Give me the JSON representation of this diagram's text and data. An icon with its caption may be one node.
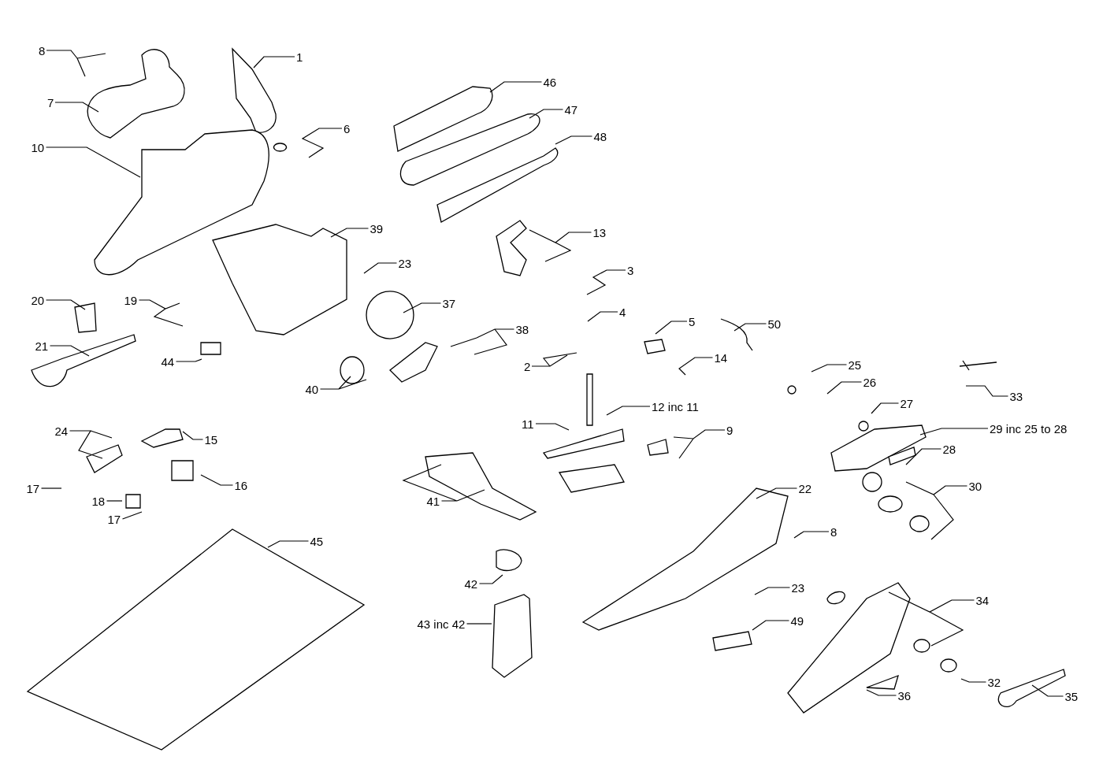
{
  "diagram": {
    "nodes": [
      {
        "text": [
          "8"
        ]
      },
      {
        "text": [
          "1"
        ]
      },
      {
        "text": [
          "46"
        ]
      },
      {
        "text": [
          "7"
        ]
      },
      {
        "text": [
          "47"
        ]
      },
      {
        "text": [
          "6"
        ]
      },
      {
        "text": [
          "48"
        ]
      },
      {
        "text": [
          "10"
        ]
      },
      {
        "text": [
          "39"
        ]
      },
      {
        "text": [
          "13"
        ]
      },
      {
        "text": [
          "23"
        ]
      },
      {
        "text": [
          "3"
        ]
      },
      {
        "text": [
          "20"
        ]
      },
      {
        "text": [
          "19"
        ]
      },
      {
        "text": [
          "37"
        ]
      },
      {
        "text": [
          "4"
        ]
      },
      {
        "text": [
          "5"
        ]
      },
      {
        "text": [
          "50"
        ]
      },
      {
        "text": [
          "38"
        ]
      },
      {
        "text": [
          "21"
        ]
      },
      {
        "text": [
          "2"
        ]
      },
      {
        "text": [
          "14"
        ]
      },
      {
        "text": [
          "44"
        ]
      },
      {
        "text": [
          "25"
        ]
      },
      {
        "text": [
          "40"
        ]
      },
      {
        "text": [
          "26"
        ]
      },
      {
        "text": [
          "33"
        ]
      },
      {
        "text": [
          "27"
        ]
      },
      {
        "text": [
          "12 inc 11"
        ]
      },
      {
        "text": [
          "11"
        ]
      },
      {
        "text": [
          "29 inc 25 to 28"
        ]
      },
      {
        "text": [
          "24"
        ]
      },
      {
        "text": [
          "9"
        ]
      },
      {
        "text": [
          "15"
        ]
      },
      {
        "text": [
          "28"
        ]
      },
      {
        "text": [
          "17"
        ]
      },
      {
        "text": [
          "16"
        ]
      },
      {
        "text": [
          "30"
        ]
      },
      {
        "text": [
          "22"
        ]
      },
      {
        "text": [
          "41"
        ]
      },
      {
        "text": [
          "18"
        ]
      },
      {
        "text": [
          "17"
        ]
      },
      {
        "text": [
          "8"
        ]
      },
      {
        "text": [
          "45"
        ]
      },
      {
        "text": [
          "42"
        ]
      },
      {
        "text": [
          "23"
        ]
      },
      {
        "text": [
          "34"
        ]
      },
      {
        "text": [
          "43 inc 42"
        ]
      },
      {
        "text": [
          "49"
        ]
      },
      {
        "text": [
          "32"
        ]
      },
      {
        "text": [
          "36"
        ]
      },
      {
        "text": [
          "35"
        ]
      }
    ],
    "edges": [
      {
        "from": 0,
        "to": null,
        "arrow": "none"
      },
      {
        "from": 1,
        "to": null,
        "arrow": "none"
      },
      {
        "from": 2,
        "to": null,
        "arrow": "none"
      },
      {
        "from": 3,
        "to": null,
        "arrow": "none"
      },
      {
        "from": 4,
        "to": null,
        "arrow": "none"
      },
      {
        "from": 5,
        "to": null,
        "arrow": "none"
      },
      {
        "from": 6,
        "to": null,
        "arrow": "none"
      },
      {
        "from": 7,
        "to": null,
        "arrow": "none"
      },
      {
        "from": 8,
        "to": null,
        "arrow": "none"
      },
      {
        "from": 9,
        "to": null,
        "arrow": "none"
      },
      {
        "from": 10,
        "to": null,
        "arrow": "none"
      },
      {
        "from": 11,
        "to": null,
        "arrow": "none"
      },
      {
        "from": 12,
        "to": null,
        "arrow": "none"
      },
      {
        "from": 13,
        "to": null,
        "arrow": "none"
      },
      {
        "from": 14,
        "to": null,
        "arrow": "none"
      },
      {
        "from": 15,
        "to": null,
        "arrow": "none"
      },
      {
        "from": 16,
        "to": null,
        "arrow": "none"
      },
      {
        "from": 17,
        "to": null,
        "arrow": "none"
      },
      {
        "from": 18,
        "to": null,
        "arrow": "none"
      },
      {
        "from": 19,
        "to": null,
        "arrow": "none"
      },
      {
        "from": 20,
        "to": null,
        "arrow": "none"
      },
      {
        "from": 21,
        "to": null,
        "arrow": "none"
      },
      {
        "from": 22,
        "to": null,
        "arrow": "none"
      },
      {
        "from": 23,
        "to": null,
        "arrow": "none"
      },
      {
        "from": 24,
        "to": null,
        "arrow": "none"
      },
      {
        "from": 25,
        "to": null,
        "arrow": "none"
      },
      {
        "from": 26,
        "to": null,
        "arrow": "none"
      },
      {
        "from": 27,
        "to": null,
        "arrow": "none"
      },
      {
        "from": 28,
        "to": null,
        "arrow": "none"
      },
      {
        "from": 29,
        "to": null,
        "arrow": "none"
      },
      {
        "from": 30,
        "to": null,
        "arrow": "none"
      },
      {
        "from": 31,
        "to": null,
        "arrow": "none"
      },
      {
        "from": 32,
        "to": null,
        "arrow": "none"
      },
      {
        "from": 33,
        "to": null,
        "arrow": "none"
      },
      {
        "from": 34,
        "to": null,
        "arrow": "none"
      },
      {
        "from": 35,
        "to": null,
        "arrow": "none"
      },
      {
        "from": 36,
        "to": null,
        "arrow": "none"
      },
      {
        "from": 37,
        "to": null,
        "arrow": "none"
      },
      {
        "from": 38,
        "to": null,
        "arrow": "none"
      },
      {
        "from": 39,
        "to": null,
        "arrow": "none"
      },
      {
        "from": 40,
        "to": null,
        "arrow": "none"
      },
      {
        "from": 41,
        "to": null,
        "arrow": "none"
      },
      {
        "from": 42,
        "to": null,
        "arrow": "none"
      },
      {
        "from": 43,
        "to": null,
        "arrow": "none"
      },
      {
        "from": 44,
        "to": null,
        "arrow": "none"
      },
      {
        "from": 45,
        "to": null,
        "arrow": "none"
      },
      {
        "from": 46,
        "to": null,
        "arrow": "none"
      },
      {
        "from": 47,
        "to": null,
        "arrow": "none"
      },
      {
        "from": 48,
        "to": null,
        "arrow": "none"
      },
      {
        "from": 49,
        "to": null,
        "arrow": "none"
      },
      {
        "from": 50,
        "to": null,
        "arrow": "none"
      },
      {
        "from": 51,
        "to": null,
        "arrow": "none"
      }
    ]
  }
}
